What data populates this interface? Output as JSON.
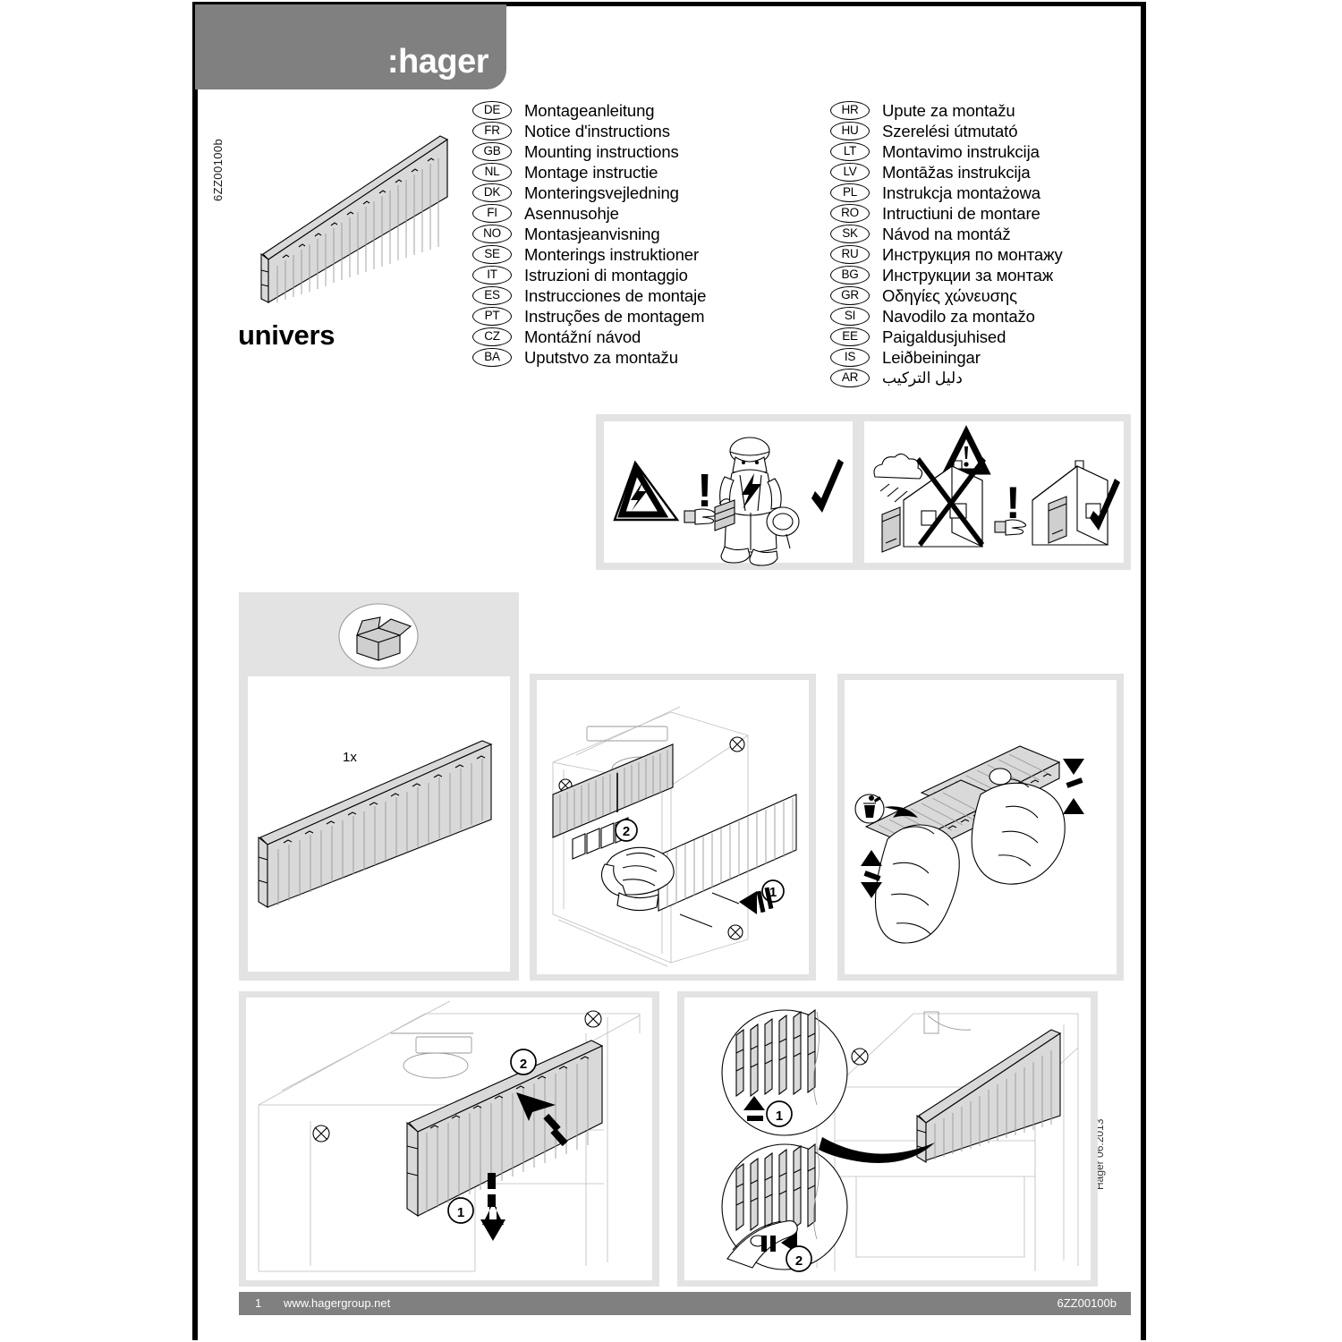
{
  "header": {
    "brand": ":hager",
    "product_title": "univers",
    "doc_code_left": "6ZZ00100b"
  },
  "languages_left": [
    {
      "code": "DE",
      "name": "Montageanleitung"
    },
    {
      "code": "FR",
      "name": "Notice d'instructions"
    },
    {
      "code": "GB",
      "name": "Mounting instructions"
    },
    {
      "code": "NL",
      "name": "Montage instructie"
    },
    {
      "code": "DK",
      "name": "Monteringsvejledning"
    },
    {
      "code": "FI",
      "name": "Asennusohje"
    },
    {
      "code": "NO",
      "name": "Montasjeanvisning"
    },
    {
      "code": "SE",
      "name": "Monterings instruktioner"
    },
    {
      "code": "IT",
      "name": "Istruzioni di montaggio"
    },
    {
      "code": "ES",
      "name": "Instrucciones de montaje"
    },
    {
      "code": "PT",
      "name": "Instruções de montagem"
    },
    {
      "code": "CZ",
      "name": "Montážní návod"
    },
    {
      "code": "BA",
      "name": "Uputstvo za montažu"
    }
  ],
  "languages_right": [
    {
      "code": "HR",
      "name": "Upute za montažu"
    },
    {
      "code": "HU",
      "name": "Szerelési útmutató"
    },
    {
      "code": "LT",
      "name": "Montavimo instrukcija"
    },
    {
      "code": "LV",
      "name": "Montāžas instrukcija"
    },
    {
      "code": "PL",
      "name": "Instrukcja montażowa"
    },
    {
      "code": "RO",
      "name": "Intructiuni de montare"
    },
    {
      "code": "SK",
      "name": "Návod na montáž"
    },
    {
      "code": "RU",
      "name": "Инструкция по монтажу"
    },
    {
      "code": "BG",
      "name": "Инструкции за монтаж"
    },
    {
      "code": "GR",
      "name": "Οδηγίες χώνευσης"
    },
    {
      "code": "SI",
      "name": "Navodilo za montažo"
    },
    {
      "code": "EE",
      "name": "Paigaldusjuhised"
    },
    {
      "code": "IS",
      "name": "Leiðbeiningar"
    },
    {
      "code": "AR",
      "name": "دليل  التركيب"
    }
  ],
  "safety": {
    "panel_a_name": "electrician-qualified-personnel",
    "panel_b_name": "indoor-installation-only"
  },
  "steps": {
    "contents_quantity": "1x",
    "step2_markers": [
      "1",
      "2"
    ],
    "step4_markers": [
      "1",
      "2"
    ],
    "step5_markers": [
      "1",
      "2"
    ]
  },
  "footer": {
    "page": "1",
    "url": "www.hagergroup.net",
    "reference": "6ZZ00100b"
  },
  "side_note": "Hager 06.2013",
  "colors": {
    "brand_grey": "#808080",
    "panel_grey": "#e3e3e3",
    "part_grey": "#d9d9d9"
  }
}
